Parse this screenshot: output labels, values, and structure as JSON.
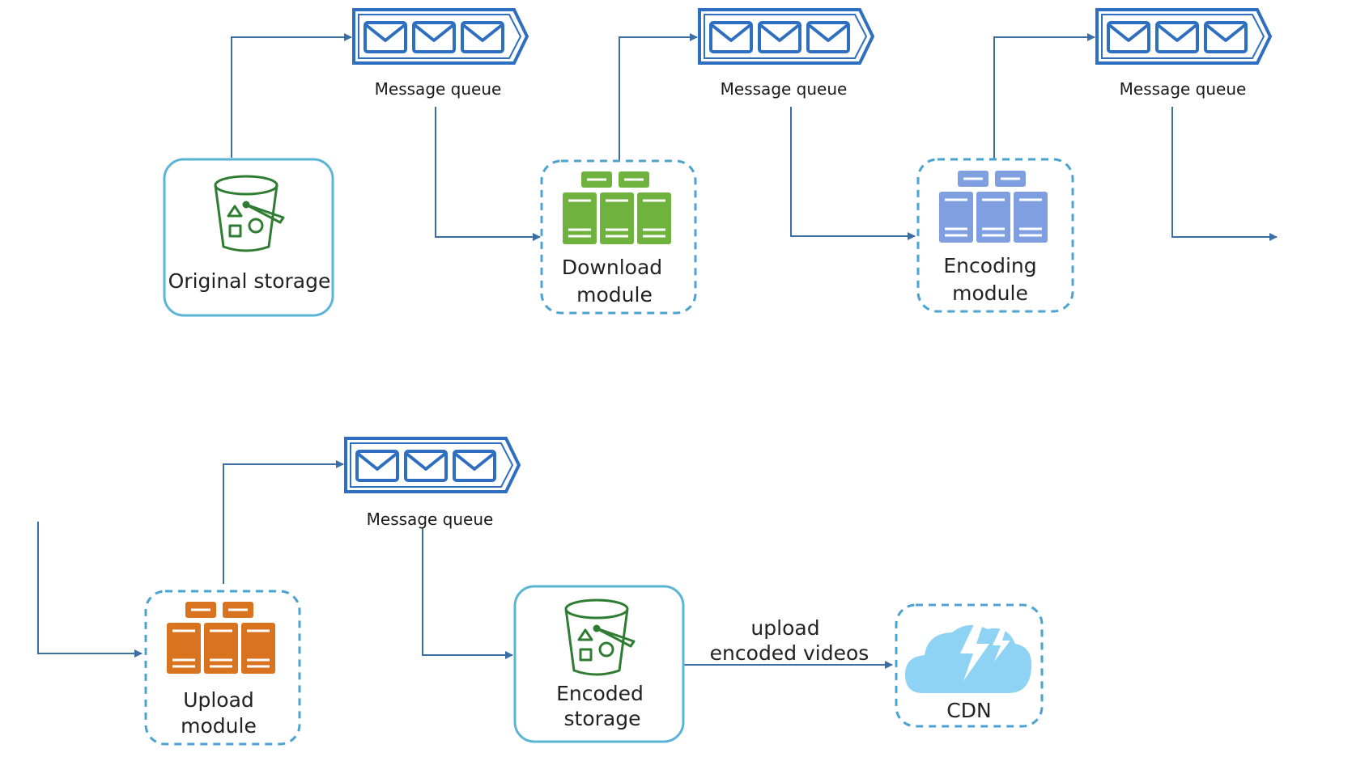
{
  "colors": {
    "arrow": "#3a6ea5",
    "queue": "#2f6fc1",
    "storage_border": "#5ab4d6",
    "dashed_border": "#4aa3d0",
    "download_module": "#6fb33e",
    "encoding_module": "#7f9fe0",
    "upload_module": "#d9731f",
    "cdn_cloud": "#8fd3f4",
    "bucket_icon": "#2e7d32"
  },
  "nodes": {
    "original_storage": {
      "label": "Original storage",
      "icon": "bucket-icon"
    },
    "download_module": {
      "label_line1": "Download",
      "label_line2": "module",
      "icon": "server-rack-icon"
    },
    "encoding_module": {
      "label_line1": "Encoding",
      "label_line2": "module",
      "icon": "server-rack-icon"
    },
    "upload_module": {
      "label_line1": "Upload",
      "label_line2": "module",
      "icon": "server-rack-icon"
    },
    "encoded_storage": {
      "label_line1": "Encoded",
      "label_line2": "storage",
      "icon": "bucket-icon"
    },
    "cdn": {
      "label": "CDN",
      "icon": "cloud-lightning-icon"
    }
  },
  "queues": [
    {
      "label": "Message queue",
      "icon": "message-queue-icon"
    },
    {
      "label": "Message queue",
      "icon": "message-queue-icon"
    },
    {
      "label": "Message queue",
      "icon": "message-queue-icon"
    },
    {
      "label": "Message queue",
      "icon": "message-queue-icon"
    }
  ],
  "edges": {
    "upload_to_cdn_line1": "upload",
    "upload_to_cdn_line2": "encoded videos"
  }
}
